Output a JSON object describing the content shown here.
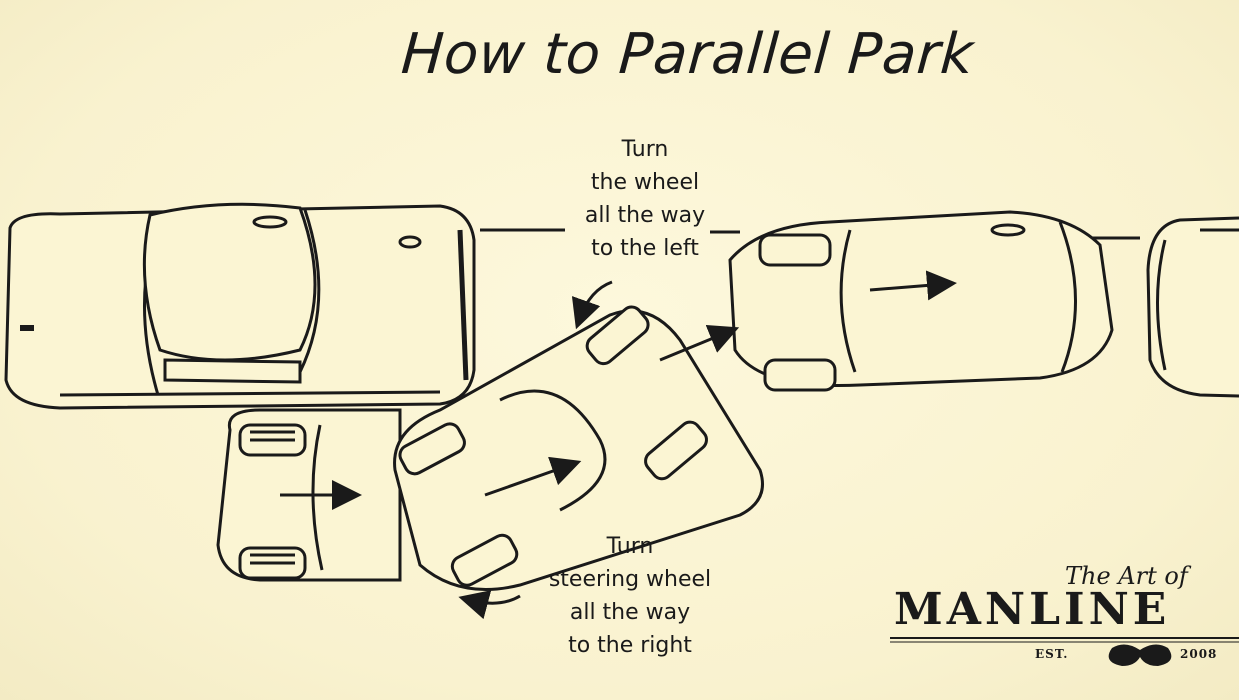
{
  "title": "How to Parallel Park",
  "annotations": {
    "turn_left": [
      "Turn",
      "the wheel",
      "all the way",
      "to the left"
    ],
    "turn_right": [
      "Turn",
      "steering wheel",
      "all the way",
      "to the right"
    ]
  },
  "logo": {
    "script": "The Art of",
    "word": "MANLINE",
    "est": "EST.",
    "year": "2008"
  },
  "colors": {
    "background": "#fbf5d3",
    "ink": "#1a1a1a"
  },
  "icons": [
    "mustache-icon",
    "arrow-icon",
    "curved-arrow-icon"
  ]
}
